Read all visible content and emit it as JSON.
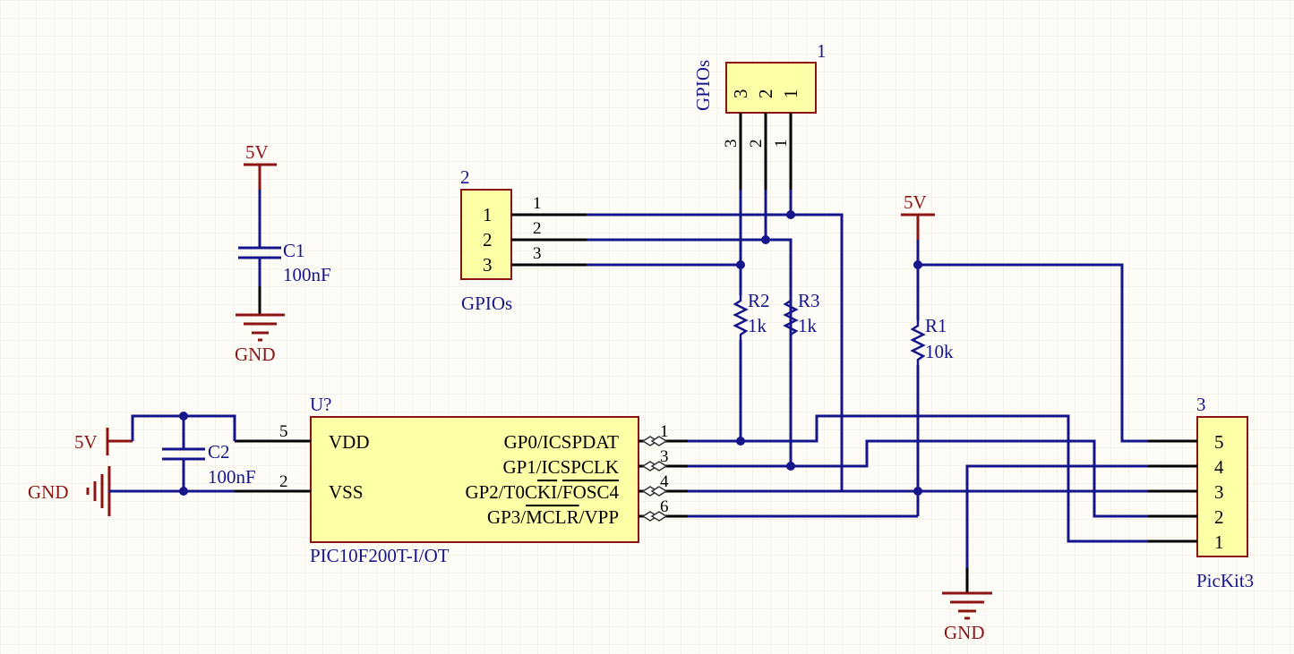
{
  "power": {
    "c1_vcc": "5V",
    "c1_gnd": "GND",
    "u_vcc": "5V",
    "u_gnd": "GND",
    "r1_vcc": "5V",
    "pk_gnd": "GND"
  },
  "capacitors": {
    "c1": {
      "designator": "C1",
      "value": "100nF"
    },
    "c2": {
      "designator": "C2",
      "value": "100nF"
    }
  },
  "resistors": {
    "r1": {
      "designator": "R1",
      "value": "10k"
    },
    "r2": {
      "designator": "R2",
      "value": "1k"
    },
    "r3": {
      "designator": "R3",
      "value": "1k"
    }
  },
  "mcu": {
    "designator": "U?",
    "part": "PIC10F200T-I/OT",
    "pins_left": [
      {
        "name": "VDD",
        "number": "5"
      },
      {
        "name": "VSS",
        "number": "2"
      }
    ],
    "pins_right": [
      {
        "name": "GP0/ICSPDAT",
        "number": "1"
      },
      {
        "name": "GP1/ICSPCLK",
        "number": "3"
      },
      {
        "name_prefix": "GP2/T0C",
        "name_overbar": "KI",
        "name_slash": "/",
        "name_overbar2": "FOSC4",
        "number": "4"
      },
      {
        "name_prefix": "GP3/",
        "name_overbar": "MCLR",
        "name_suffix": "/VPP",
        "number": "6"
      }
    ]
  },
  "connectors": {
    "j1": {
      "designator": "1",
      "name": "GPIOs",
      "pins": [
        "3",
        "2",
        "1"
      ]
    },
    "j2": {
      "designator": "2",
      "name": "GPIOs",
      "pins": [
        "1",
        "2",
        "3"
      ]
    },
    "j3": {
      "designator": "3",
      "name": "PicKit3",
      "pins": [
        "5",
        "4",
        "3",
        "2",
        "1"
      ]
    }
  },
  "colors": {
    "wire": "#16168c",
    "power_port": "#8c1414",
    "component_body": "#ffffa8",
    "background": "#fdfcf6"
  }
}
